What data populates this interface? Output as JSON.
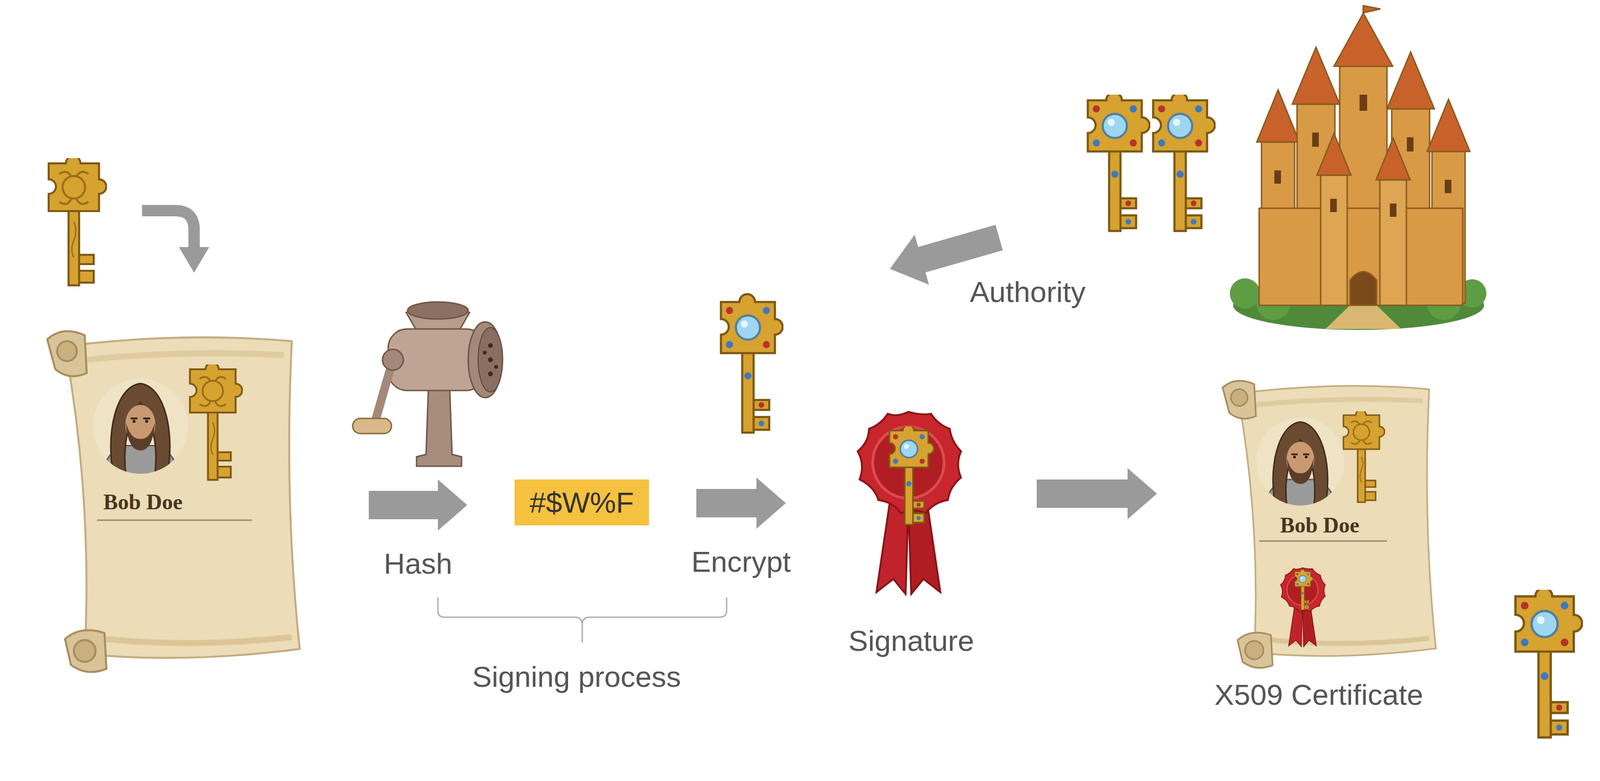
{
  "diagram": {
    "nodes": [
      {
        "text": [
          "Bob Doe"
        ]
      },
      {
        "text": [
          "#$W%F"
        ]
      },
      {
        "text": [
          "Signature"
        ]
      },
      {
        "text": [
          "Bob Doe",
          "X509 Certificate"
        ]
      }
    ],
    "edges": [
      {
        "from": 0,
        "to": 1,
        "label": "Hash",
        "arrow": "to"
      },
      {
        "from": 1,
        "to": 2,
        "label": "Encrypt",
        "arrow": "to"
      },
      {
        "from": 2,
        "to": 3,
        "arrow": "to"
      }
    ],
    "labels": [
      "Authority",
      "Signing process"
    ]
  }
}
